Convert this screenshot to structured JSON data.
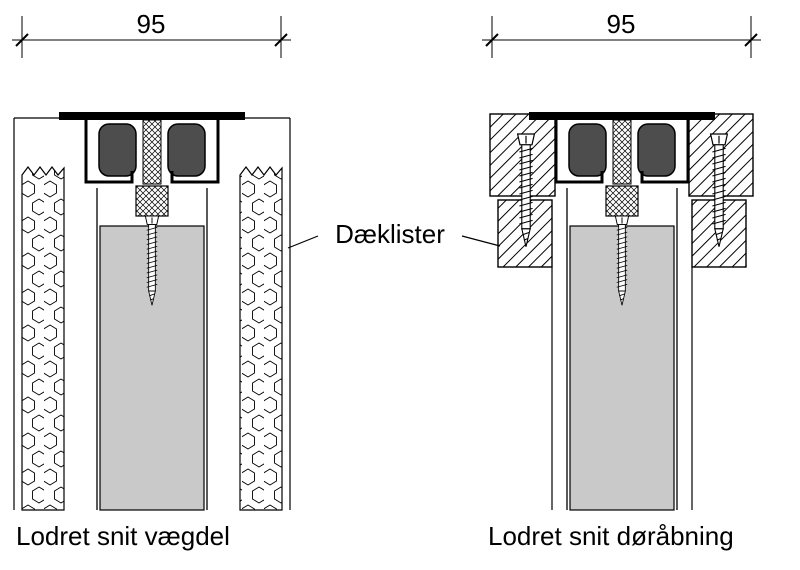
{
  "drawing": {
    "left": {
      "dimension": "95",
      "caption": "Lodret snit vægdel"
    },
    "right": {
      "dimension": "95",
      "caption": "Lodret snit døråbning"
    },
    "callout": "Dæklister"
  },
  "colors": {
    "line": "#000000",
    "door_panel_fill": "#c9c9c9",
    "roller_fill": "#4d4d4d",
    "background": "#ffffff"
  }
}
